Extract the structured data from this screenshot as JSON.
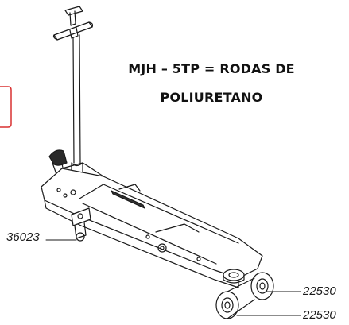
{
  "title": {
    "line1": "MJH – 5TP = RODAS DE",
    "line2": "POLIURETANO"
  },
  "parts": [
    {
      "label": "36023"
    },
    {
      "label": "22530"
    },
    {
      "label": "22530"
    }
  ],
  "colors": {
    "line": "#1a1a1a",
    "frame_accent": "#d93030"
  }
}
